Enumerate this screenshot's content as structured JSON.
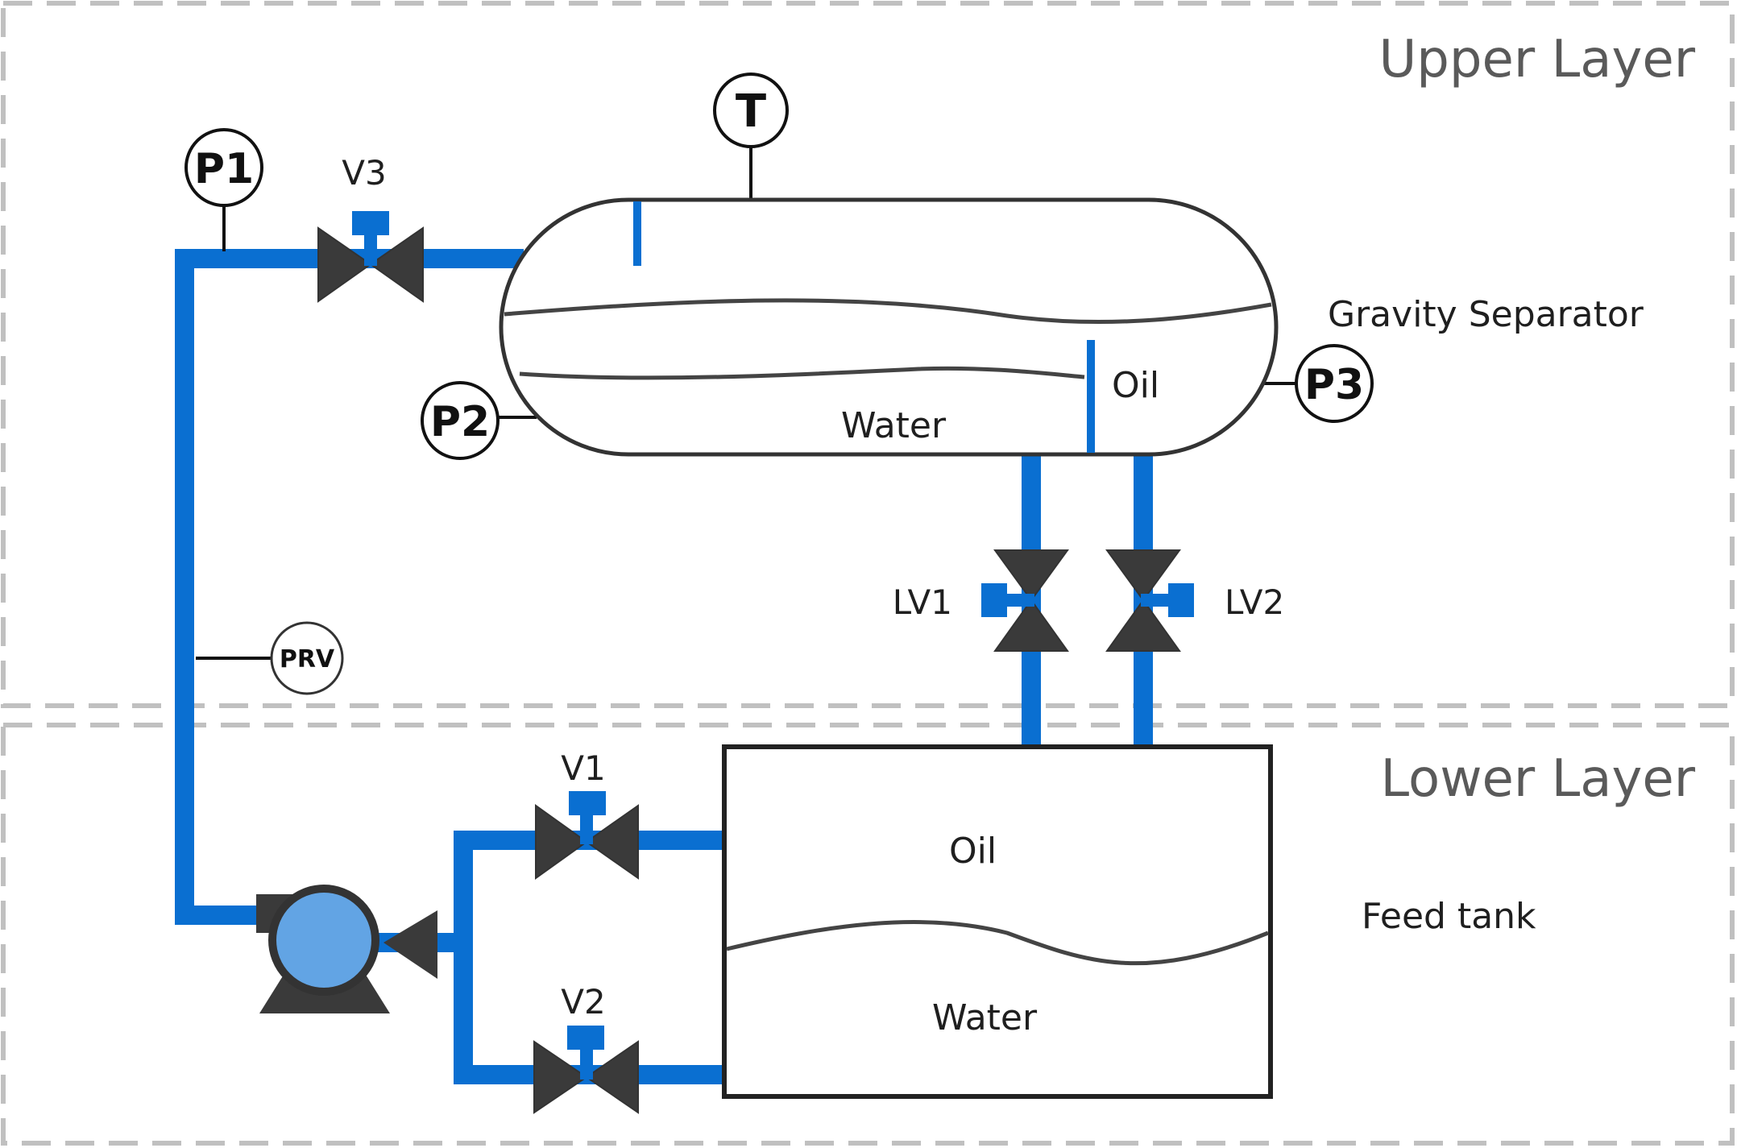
{
  "layers": {
    "upper": "Upper Layer",
    "lower": "Lower Layer"
  },
  "equipment": {
    "separator": "Gravity Separator",
    "feed_tank": "Feed tank"
  },
  "phases": {
    "separator_oil": "Oil",
    "separator_water": "Water",
    "tank_oil": "Oil",
    "tank_water": "Water"
  },
  "valves": {
    "v1": "V1",
    "v2": "V2",
    "v3": "V3",
    "lv1": "LV1",
    "lv2": "LV2"
  },
  "instruments": {
    "p1": "P1",
    "p2": "P2",
    "p3": "P3",
    "t": "T",
    "prv": "PRV"
  },
  "colors": {
    "pipe": "#0a6fd1",
    "equipment_fill": "#3a3a3a",
    "pump_body": "#62a4e4",
    "outline": "#333333",
    "layer_border": "#c0c0c0"
  }
}
